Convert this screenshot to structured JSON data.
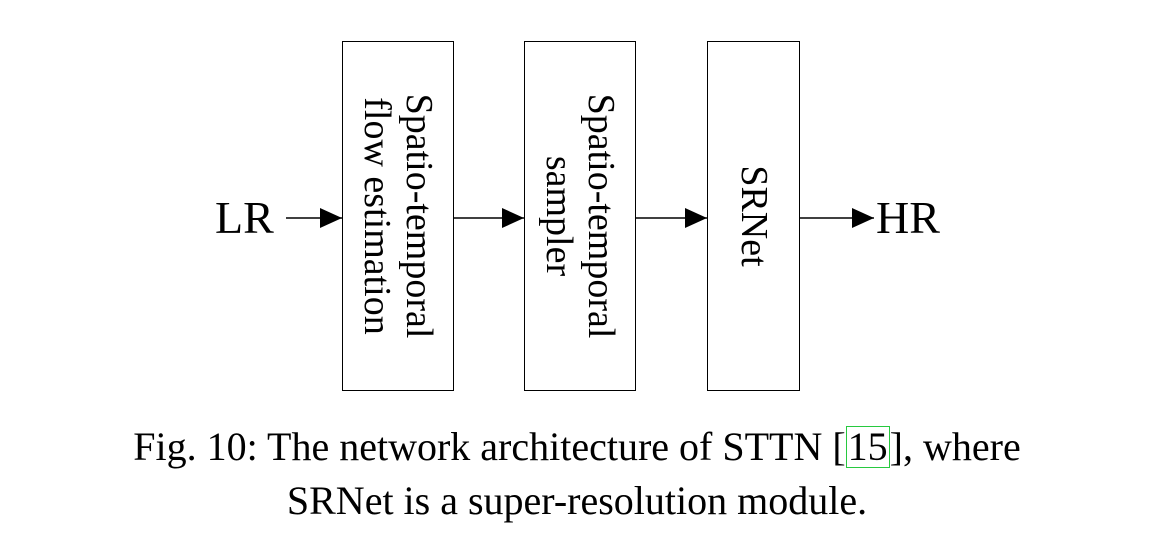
{
  "diagram": {
    "input_label": "LR",
    "output_label": "HR",
    "blocks": [
      {
        "lines": [
          "Spatio-temporal",
          "flow estimation"
        ]
      },
      {
        "lines": [
          "Spatio-temporal",
          "sampler"
        ]
      },
      {
        "lines": [
          "SRNet"
        ]
      }
    ]
  },
  "caption": {
    "prefix": "Fig. 10: The network architecture of STTN [",
    "citation": "15",
    "suffix_line1": "], where",
    "line2": "SRNet is a super-resolution module."
  },
  "colors": {
    "stroke": "#000000",
    "citation_box": "#27c93f"
  }
}
